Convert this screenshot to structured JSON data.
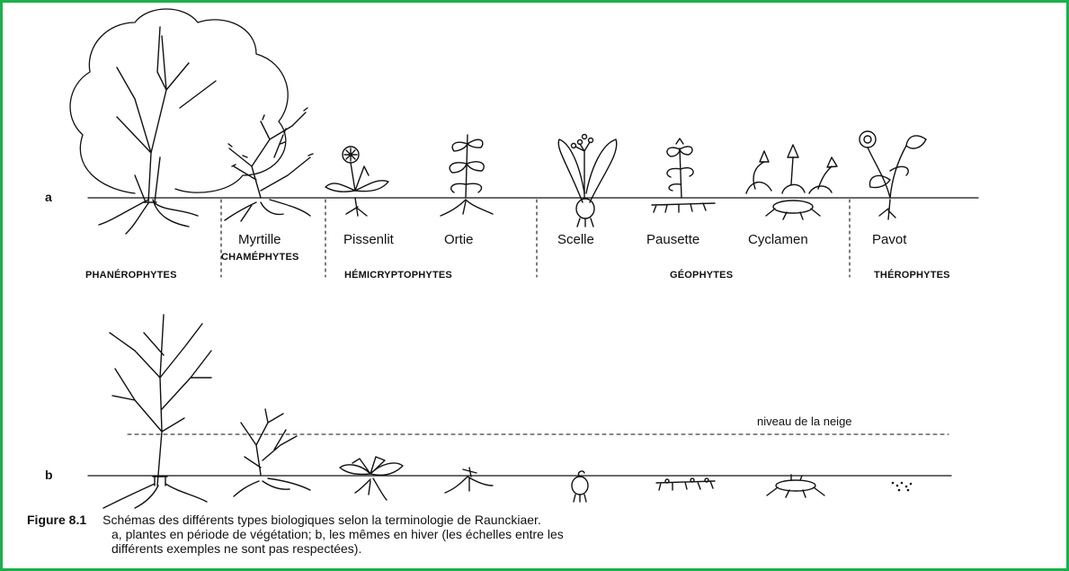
{
  "rows": {
    "a": "a",
    "b": "b"
  },
  "plants": [
    "Myrtille",
    "Pissenlit",
    "Ortie",
    "Scelle",
    "Pausette",
    "Cyclamen",
    "Pavot"
  ],
  "groups": {
    "chamephytes": "CHAMÉPHYTES",
    "phanerophytes": "PHANÉROPHYTES",
    "hemicryptophytes": "HÉMICRYPTOPHYTES",
    "geophytes": "GÉOPHYTES",
    "therophytes": "THÉROPHYTES"
  },
  "snow_label": "niveau de la neige",
  "caption": {
    "number": "Figure 8.1",
    "line1": "Schémas des différents types biologiques selon la terminologie de Raunckiaer.",
    "line2": "a, plantes en période de végétation; b, les mêmes en hiver (les échelles entre les",
    "line3": "différents exemples ne sont pas respectées)."
  },
  "colors": {
    "frame": "#1bb04a",
    "ink": "#111111"
  }
}
